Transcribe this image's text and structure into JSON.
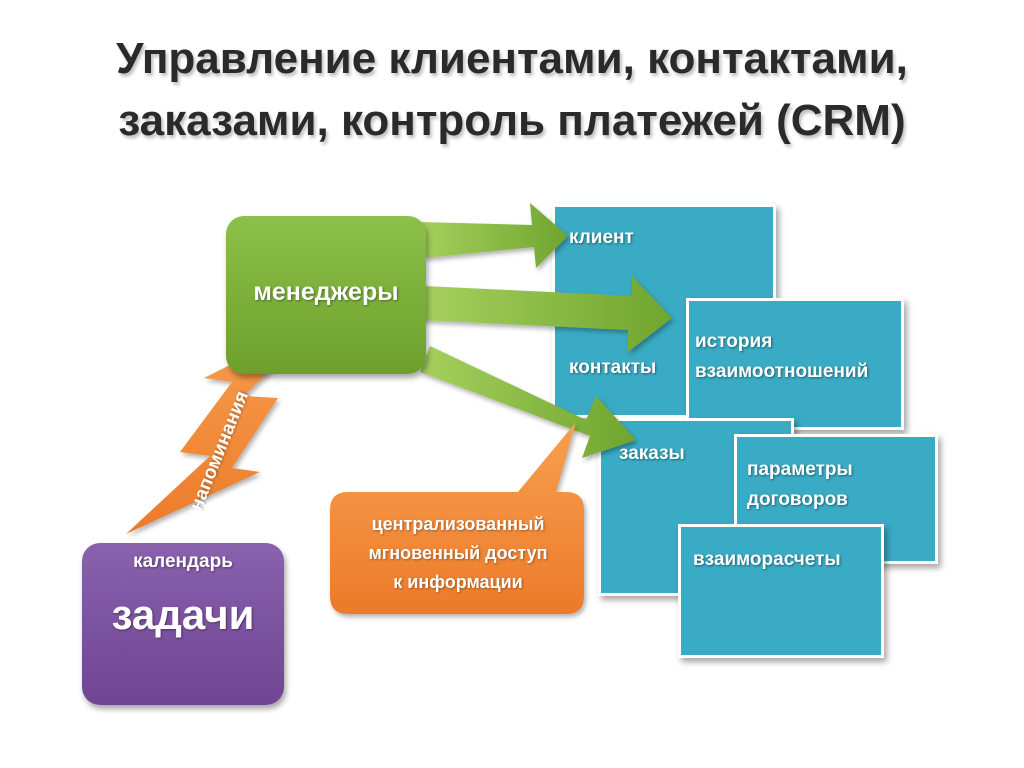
{
  "title": {
    "line1": "Управление клиентами, контактами,",
    "line2": "заказами, контроль платежей (CRM)"
  },
  "nodes": {
    "managers": "менеджеры",
    "client": "клиент",
    "contacts": "контакты",
    "history_line1": "история",
    "history_line2": "взаимоотношений",
    "orders": "заказы",
    "contract_params_line1": "параметры",
    "contract_params_line2": "договоров",
    "settlements": "взаиморасчеты",
    "calendar": "календарь",
    "tasks": "задачи"
  },
  "callout": {
    "line1": "централизованный",
    "line2": "мгновенный доступ",
    "line3": "к информации"
  },
  "reminder": "напоминания",
  "colors": {
    "green": "#7fb03c",
    "blue": "#3aabc4",
    "orange": "#f0873a",
    "purple": "#7d54a1",
    "title": "#2a2a2a"
  }
}
